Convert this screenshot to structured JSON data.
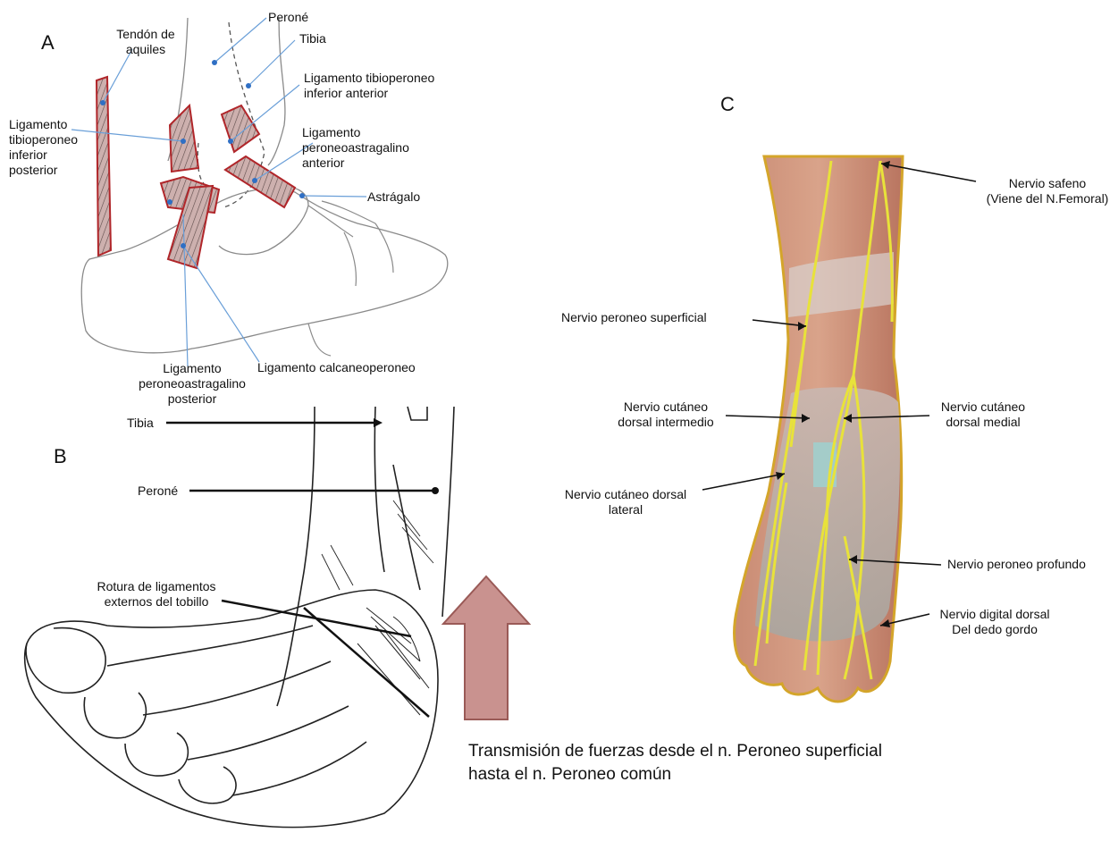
{
  "panels": {
    "a": {
      "letter": "A",
      "labels": {
        "tendon_line1": "Tendón de",
        "tendon_line2": "aquiles",
        "perone": "Peroné",
        "tibia": "Tibia",
        "lig_tp_ant_line1": "Ligamento tibioperoneo",
        "lig_tp_ant_line2": "inferior anterior",
        "lig_tp_post_line1": "Ligamento",
        "lig_tp_post_line2": "tibioperoneo",
        "lig_tp_post_line3": "inferior",
        "lig_tp_post_line4": "posterior",
        "lig_pa_ant_line1": "Ligamento",
        "lig_pa_ant_line2": "peroneoastragalino",
        "lig_pa_ant_line3": "anterior",
        "astragalo": "Astrágalo",
        "lig_pa_post_line1": "Ligamento",
        "lig_pa_post_line2": "peroneoastragalino",
        "lig_pa_post_line3": "posterior",
        "lig_calcaneo": "Ligamento calcaneoperoneo"
      }
    },
    "b": {
      "letter": "B",
      "labels": {
        "tibia": "Tibia",
        "perone": "Peroné",
        "rotura_line1": "Rotura de ligamentos",
        "rotura_line2": "externos del tobillo"
      }
    },
    "c": {
      "letter": "C",
      "labels": {
        "safeno_line1": "Nervio safeno",
        "safeno_line2": "(Viene del N.Femoral)",
        "peroneo_superficial": "Nervio peroneo superficial",
        "cut_intermedio_line1": "Nervio cutáneo",
        "cut_intermedio_line2": "dorsal intermedio",
        "cut_medial_line1": "Nervio cutáneo",
        "cut_medial_line2": "dorsal medial",
        "cut_lateral_line1": "Nervio cutáneo dorsal",
        "cut_lateral_line2": "lateral",
        "peroneo_profundo": "Nervio peroneo profundo",
        "digital_line1": "Nervio digital dorsal",
        "digital_line2": "Del dedo gordo"
      }
    }
  },
  "caption": {
    "line1": "Transmisión de fuerzas desde el n. Peroneo superficial",
    "line2": "hasta el n. Peroneo común"
  },
  "colors": {
    "ligament_fill": "#c9aaa8",
    "ligament_edge": "#b0262a",
    "leader_blue": "#6a9fd8",
    "dot_blue": "#2f6fc4",
    "bone_outline": "#8a8a8a",
    "arrow_fill": "#c9928f",
    "arrow_edge": "#9a5a57",
    "nerve_yellow": "#e8e23a",
    "muscle_red": "#b8655a"
  }
}
